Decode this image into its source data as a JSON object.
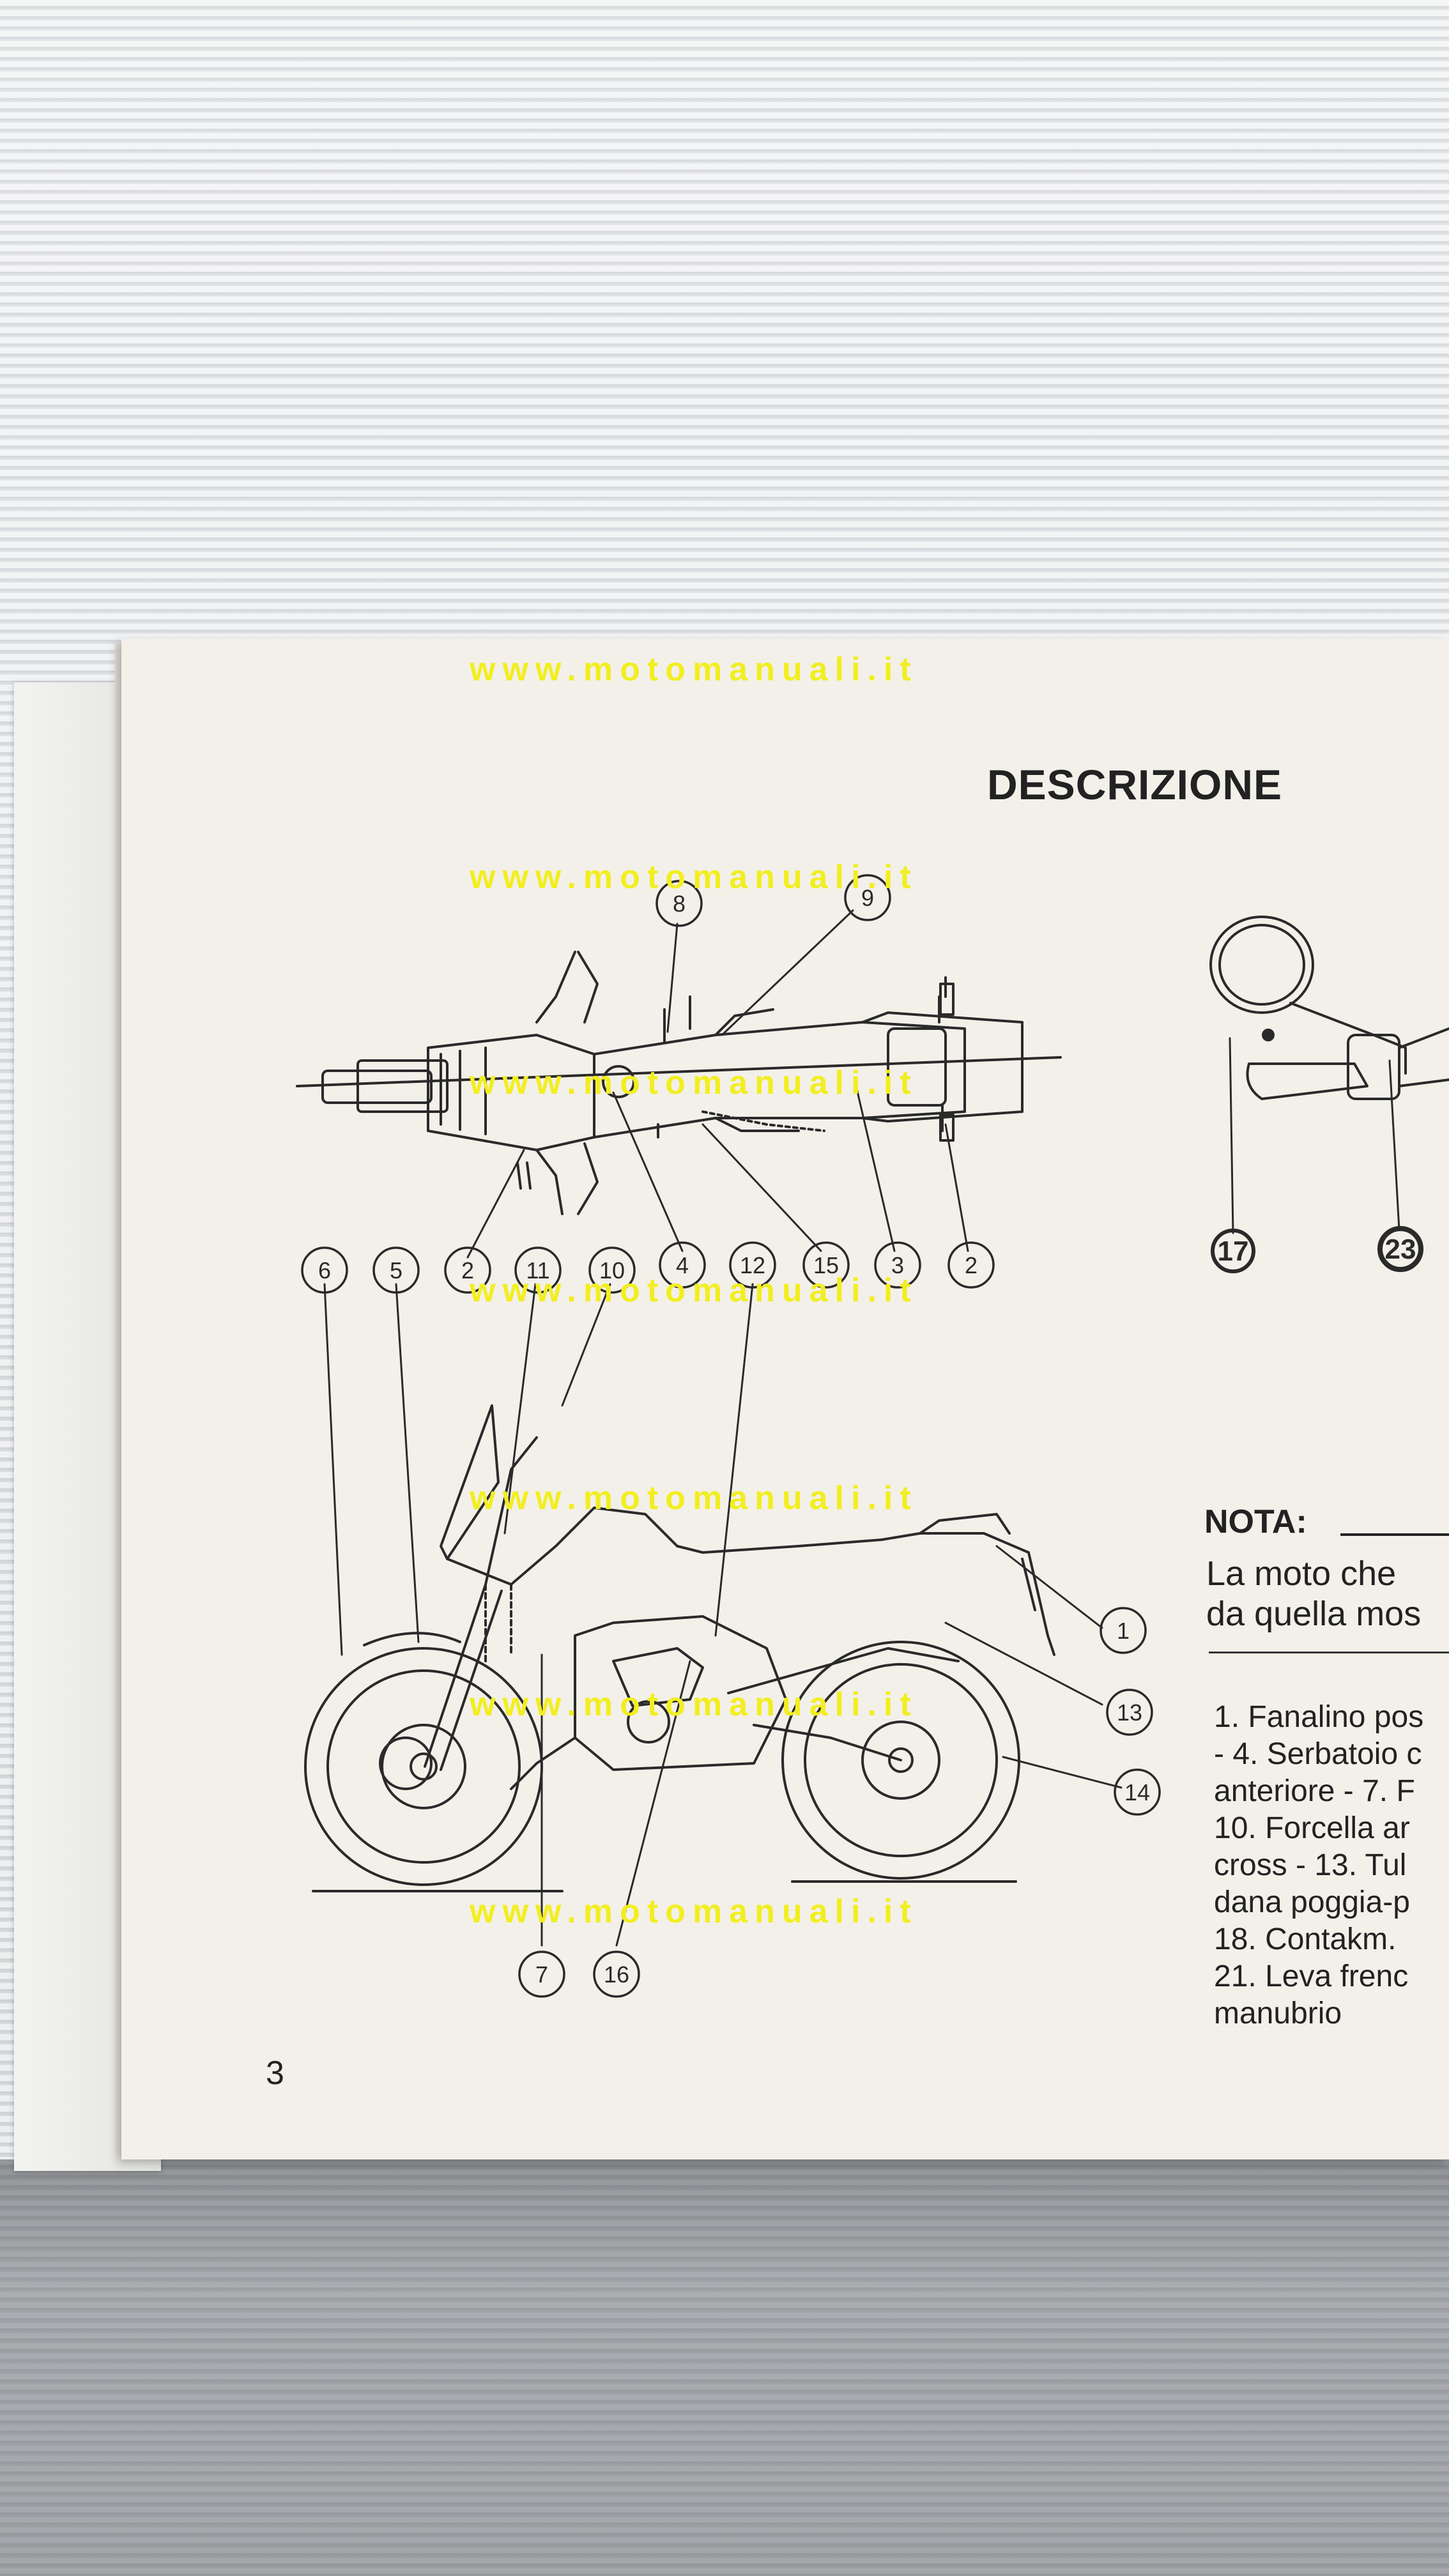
{
  "page": {
    "title": "DESCRIZIONE",
    "page_number": "3"
  },
  "watermark": {
    "text": "www.motomanuali.it"
  },
  "callouts": {
    "top_view": [
      "8",
      "9",
      "6",
      "5",
      "2",
      "11",
      "10",
      "4",
      "12",
      "15",
      "3",
      "2"
    ],
    "side_view": [
      "1",
      "13",
      "14",
      "7",
      "16"
    ],
    "handlebar": [
      "17",
      "23"
    ]
  },
  "nota": {
    "label": "NOTA:",
    "lines": [
      "La moto che",
      "da quella mos"
    ]
  },
  "legend_lines": [
    "1. Fanalino pos",
    "- 4. Serbatoio c",
    "anteriore - 7. F",
    "10. Forcella ar",
    "cross - 13. Tul",
    "dana poggia-p",
    "18. Contakm.",
    "21. Leva frenc",
    "manubrio"
  ],
  "colors": {
    "watermark": "#f2ee20",
    "ink": "#222222",
    "paper": "#f3f0ea"
  }
}
